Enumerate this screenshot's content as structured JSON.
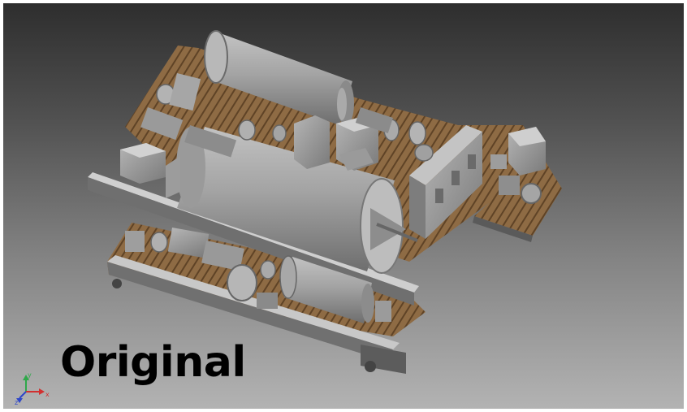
{
  "viewport": {
    "label": "Original",
    "triad": {
      "x_axis": "x",
      "y_axis": "y",
      "z_axis": "z"
    }
  },
  "colors": {
    "background_top": "#2e2e2e",
    "background_bottom": "#b3b3b3",
    "machine_gray": "#9c9c9c",
    "deck_wood": "#8c6a45",
    "axis_x": "#d23030",
    "axis_y": "#2fa84a",
    "axis_z": "#2e46c8"
  }
}
